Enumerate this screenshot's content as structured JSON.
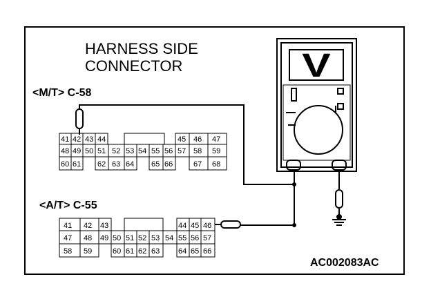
{
  "title_line1": "HARNESS SIDE",
  "title_line2": "CONNECTOR",
  "code": "AC002083AC",
  "meter_symbol": "V",
  "connectors": [
    {
      "label": "<M/T> C-58",
      "rows": [
        [
          "41",
          "42",
          "43",
          "44",
          "",
          "",
          "",
          "45",
          "46",
          "47"
        ],
        [
          "48",
          "49",
          "50",
          "51",
          "52",
          "53",
          "54",
          "55",
          "56",
          "57",
          "58",
          "59"
        ],
        [
          "60",
          "61",
          "",
          "62",
          "63",
          "64",
          "",
          "65",
          "66",
          "",
          "67",
          "68"
        ]
      ]
    },
    {
      "label": "<A/T> C-55",
      "rows": [
        [
          "41",
          "42",
          "43",
          "",
          "",
          "",
          "44",
          "45",
          "46"
        ],
        [
          "47",
          "48",
          "49",
          "50",
          "51",
          "52",
          "53",
          "54",
          "55",
          "56",
          "57"
        ],
        [
          "58",
          "59",
          "",
          "60",
          "61",
          "62",
          "63",
          "",
          "64",
          "65",
          "66"
        ]
      ]
    }
  ]
}
